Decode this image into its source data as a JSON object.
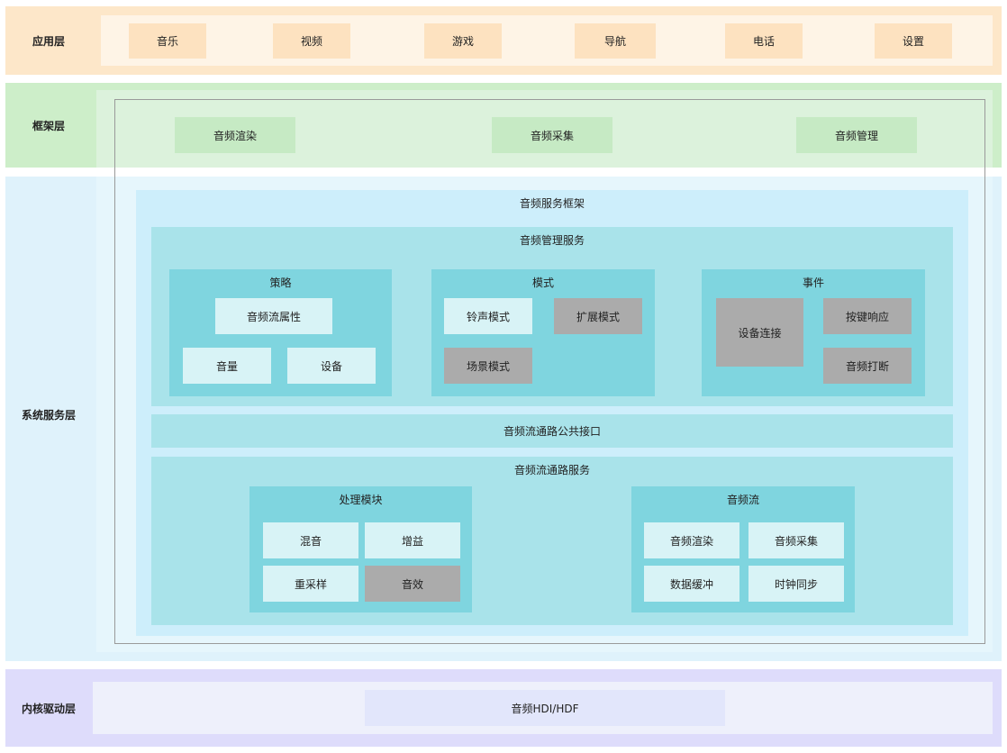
{
  "layers": {
    "app": "应用层",
    "framework": "框架层",
    "system": "系统服务层",
    "kernel": "内核驱动层"
  },
  "apps": [
    "音乐",
    "视频",
    "游戏",
    "导航",
    "电话",
    "设置"
  ],
  "framework_items": [
    "音频渲染",
    "音频采集",
    "音频管理"
  ],
  "audio_service_framework": {
    "title": "音频服务框架",
    "management": {
      "title": "音频管理服务",
      "policy": {
        "title": "策略",
        "stream_attr": "音频流属性",
        "volume": "音量",
        "device": "设备"
      },
      "mode": {
        "title": "模式",
        "ringtone": "铃声模式",
        "extended": "扩展模式",
        "scene": "场景模式"
      },
      "event": {
        "title": "事件",
        "device_connect": "设备连接",
        "key_response": "按键响应",
        "interrupt": "音频打断"
      }
    },
    "common_interface": "音频流通路公共接口",
    "pipeline": {
      "title": "音频流通路服务",
      "processing": {
        "title": "处理模块",
        "mix": "混音",
        "gain": "增益",
        "resample": "重采样",
        "effect": "音效"
      },
      "stream": {
        "title": "音频流",
        "render": "音频渲染",
        "capture": "音频采集",
        "buffer": "数据缓冲",
        "clock_sync": "时钟同步"
      }
    }
  },
  "kernel_item": "音频HDI/HDF"
}
